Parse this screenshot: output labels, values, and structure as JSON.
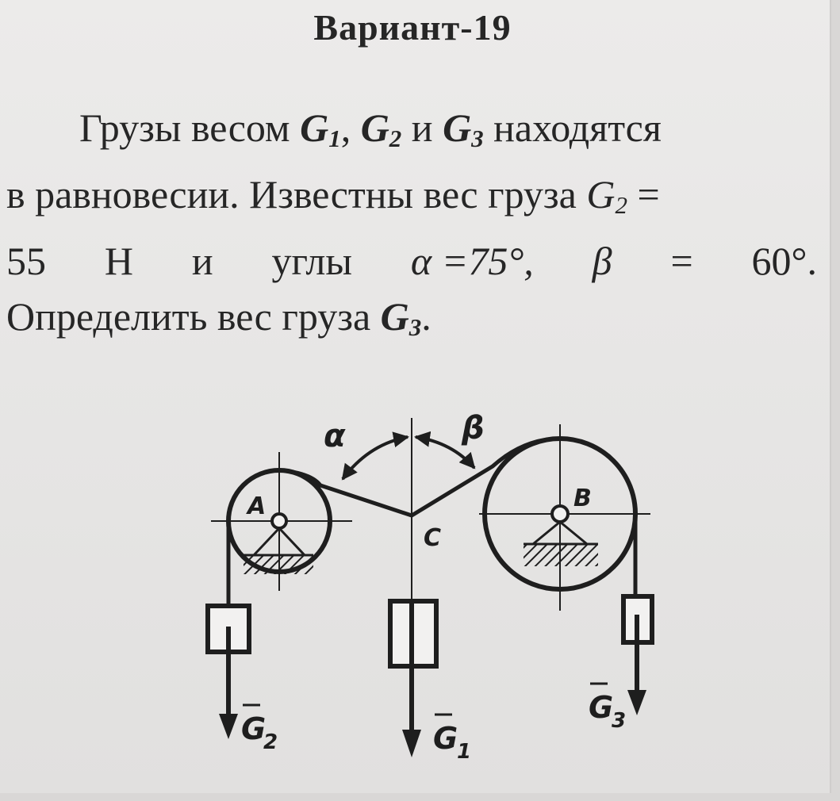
{
  "title": "Вариант-19",
  "problem": {
    "l1_a": "Грузы весом ",
    "g": "G",
    "s1": "1",
    "s2": "2",
    "s3": "3",
    "comma": ", ",
    "and": " и ",
    "l1_end": " находятся",
    "l2_a": "в равновесии. Известны вес груза ",
    "eq": " =",
    "w55": "55",
    "unit_n": "Н",
    "word_and": "и",
    "word_angles": "углы",
    "alpha_eq": "α =75°,",
    "beta": "β",
    "eq_sign": "=",
    "beta_val": "60°.",
    "l4_a": "Определить вес груза ",
    "period": "."
  },
  "diagram": {
    "point_a": "A",
    "point_b": "B",
    "point_c": "C",
    "angle_alpha": "α",
    "angle_beta": "β",
    "load_1": "G",
    "load_1_sub": "1",
    "load_2": "G",
    "load_2_sub": "2",
    "load_3": "G",
    "load_3_sub": "3"
  }
}
